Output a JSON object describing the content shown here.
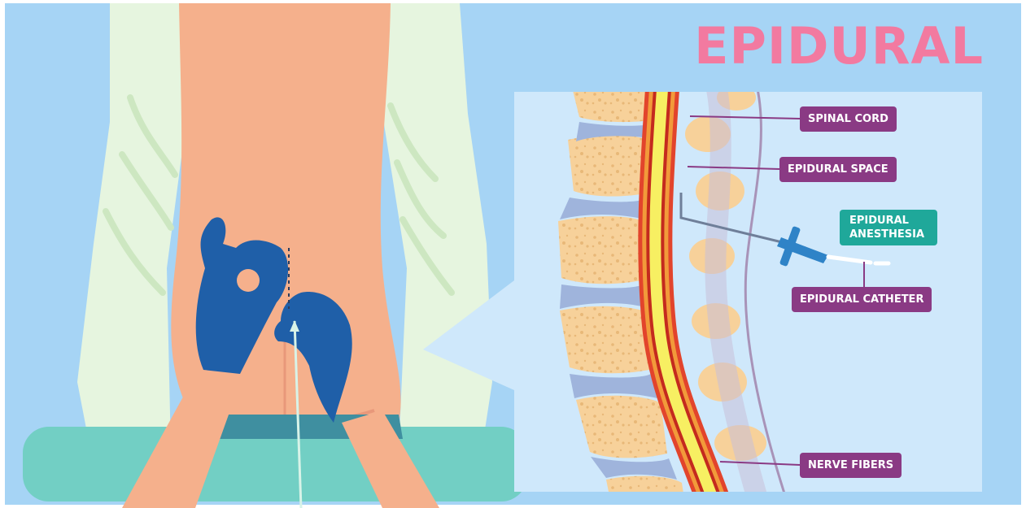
{
  "title": "EPIDURAL",
  "labels": {
    "spinal_cord": "SPINAL CORD",
    "epidural_space": "EPIDURAL SPACE",
    "epidural_anesthesia": "EPIDURAL ANESTHESIA",
    "epidural_catheter": "EPIDURAL CATHETER",
    "nerve_fibers": "NERVE FIBERS"
  },
  "colors": {
    "background": "#a6d4f5",
    "title": "#f27aa0",
    "label_purple": "#8a3a84",
    "label_teal": "#1fa89a",
    "skin": "#f5b08c",
    "glove": "#1f5fa8",
    "bone": "#f7d19a",
    "disc": "#9fb4dc",
    "spinal_cord": "#f7ef62",
    "dura": "#e2442c"
  }
}
